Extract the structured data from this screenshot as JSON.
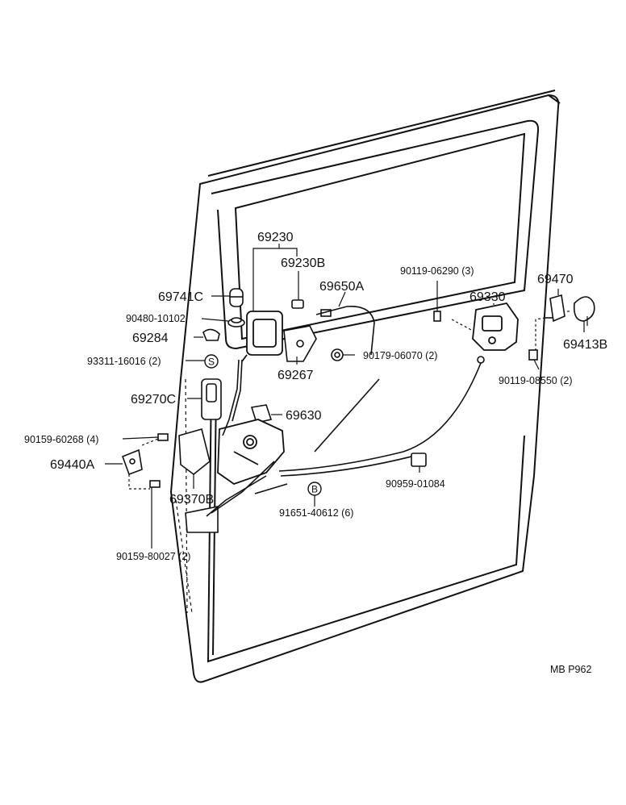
{
  "diagram": {
    "callouts": [
      {
        "id": "69230",
        "text": "69230"
      },
      {
        "id": "69230B",
        "text": "69230B"
      },
      {
        "id": "69741C",
        "text": "69741C"
      },
      {
        "id": "90480-10102",
        "text": "90480-10102"
      },
      {
        "id": "69284",
        "text": "69284"
      },
      {
        "id": "93311-16016",
        "text": "93311-16016 (2)"
      },
      {
        "id": "69270C",
        "text": "69270C"
      },
      {
        "id": "69650A",
        "text": "69650A"
      },
      {
        "id": "69267",
        "text": "69267"
      },
      {
        "id": "90179-06070",
        "text": "90179-06070 (2)"
      },
      {
        "id": "90119-06290",
        "text": "90119-06290 (3)"
      },
      {
        "id": "69330",
        "text": "69330"
      },
      {
        "id": "69470",
        "text": "69470"
      },
      {
        "id": "69413B",
        "text": "69413B"
      },
      {
        "id": "90119-08550",
        "text": "90119-08550 (2)"
      },
      {
        "id": "69630",
        "text": "69630"
      },
      {
        "id": "90159-60268",
        "text": "90159-60268 (4)"
      },
      {
        "id": "69440A",
        "text": "69440A"
      },
      {
        "id": "69370B",
        "text": "69370B"
      },
      {
        "id": "90959-01084",
        "text": "90959-01084"
      },
      {
        "id": "91651-40612",
        "text": "91651-40612 (6)"
      },
      {
        "id": "90159-80027",
        "text": "90159-80027 (2)"
      }
    ],
    "markers": {
      "s_marker": "S",
      "b_marker": "B"
    },
    "footer": {
      "code": "MB  P962"
    }
  }
}
